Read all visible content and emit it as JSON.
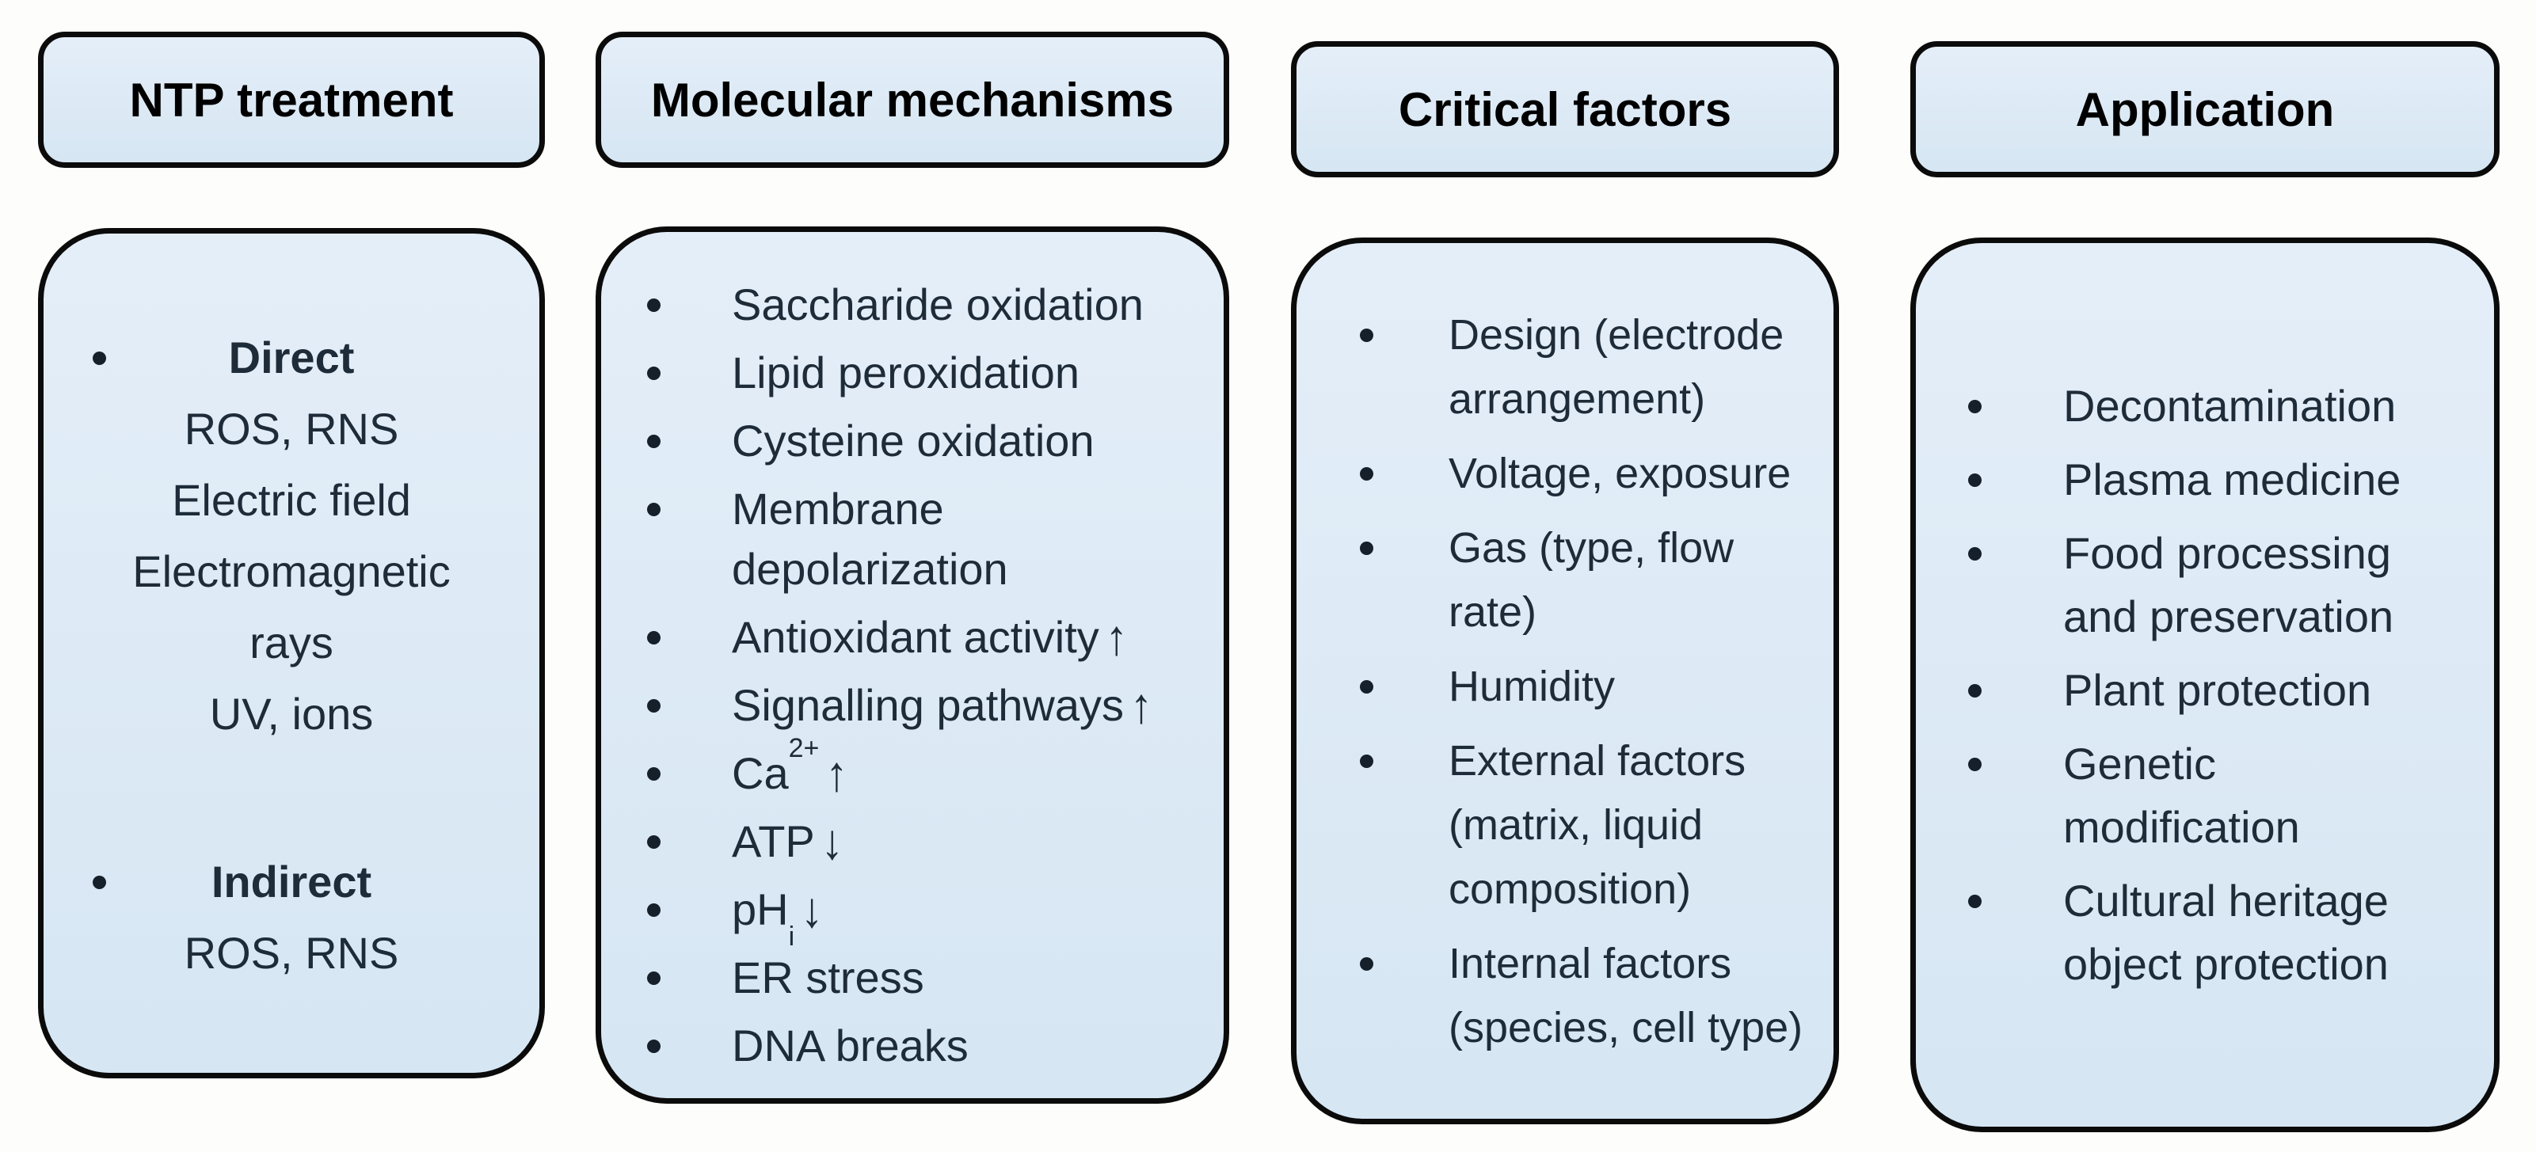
{
  "diagram": {
    "background_color": "#fdfdfb",
    "box_fill_color": "#dbe9f5",
    "box_border_color": "#0b0b0b",
    "body_text_color": "#1e2b38",
    "header_text_color": "#000000"
  },
  "glyphs": {
    "bullet": "•",
    "up_arrow": "↑",
    "down_arrow": "↓"
  },
  "columns": [
    {
      "id": "ntp-treatment",
      "header": "NTP treatment",
      "style": "centered-groups",
      "groups": [
        {
          "title": "Direct",
          "lines": [
            "ROS, RNS",
            "Electric field",
            "Electromagnetic rays",
            "UV, ions"
          ]
        },
        {
          "title": "Indirect",
          "lines": [
            "ROS, RNS"
          ]
        }
      ]
    },
    {
      "id": "molecular-mechanisms",
      "header": "Molecular mechanisms",
      "style": "bullet-list",
      "items": [
        {
          "text": "Saccharide oxidation"
        },
        {
          "text": "Lipid peroxidation"
        },
        {
          "text": "Cysteine oxidation"
        },
        {
          "text": "Membrane depolarization"
        },
        {
          "text": "Antioxidant activity",
          "arrow": "up"
        },
        {
          "text": "Signalling pathways",
          "arrow": "up"
        },
        {
          "text": "Ca",
          "superscript": "2+",
          "arrow": "up"
        },
        {
          "text": "ATP",
          "arrow": "down"
        },
        {
          "text": "pH",
          "subscript": "i",
          "arrow": "down"
        },
        {
          "text": "ER stress"
        },
        {
          "text": "DNA breaks"
        }
      ]
    },
    {
      "id": "critical-factors",
      "header": "Critical factors",
      "style": "bullet-list",
      "items": [
        {
          "text": "Design (electrode arrangement)"
        },
        {
          "text": "Voltage, exposure"
        },
        {
          "text": "Gas (type, flow rate)"
        },
        {
          "text": "Humidity"
        },
        {
          "text": "External factors (matrix, liquid composition)"
        },
        {
          "text": "Internal factors (species, cell type)"
        }
      ]
    },
    {
      "id": "application",
      "header": "Application",
      "style": "bullet-list",
      "items": [
        {
          "text": "Decontamination"
        },
        {
          "text": "Plasma medicine"
        },
        {
          "text": "Food processing and preservation"
        },
        {
          "text": "Plant protection"
        },
        {
          "text": "Genetic modification"
        },
        {
          "text": "Cultural heritage object protection"
        }
      ]
    }
  ]
}
